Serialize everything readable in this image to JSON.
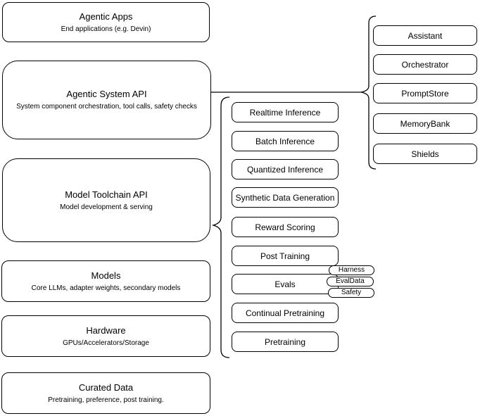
{
  "diagram": {
    "left_stack": [
      {
        "title": "Agentic Apps",
        "subtitle": "End applications (e.g. Devin)"
      },
      {
        "title": "Agentic System API",
        "subtitle": "System component orchestration, tool calls, safety checks"
      },
      {
        "title": "Model Toolchain API",
        "subtitle": "Model development & serving"
      },
      {
        "title": "Models",
        "subtitle": "Core LLMs, adapter weights, secondary models"
      },
      {
        "title": "Hardware",
        "subtitle": "GPUs/Accelerators/Storage"
      },
      {
        "title": "Curated Data",
        "subtitle": "Pretraining, preference, post training."
      }
    ],
    "toolchain_stack": [
      "Realtime Inference",
      "Batch Inference",
      "Quantized Inference",
      "Synthetic Data Generation",
      "Reward Scoring",
      "Post Training",
      "Evals",
      "Continual Pretraining",
      "Pretraining"
    ],
    "evals_tags": [
      "Harness",
      "EvalData",
      "Safety"
    ],
    "system_components": [
      "Assistant",
      "Orchestrator",
      "PromptStore",
      "MemoryBank",
      "Shields"
    ],
    "colors": {
      "stroke": "#000000",
      "background": "#ffffff",
      "text": "#000000"
    }
  }
}
